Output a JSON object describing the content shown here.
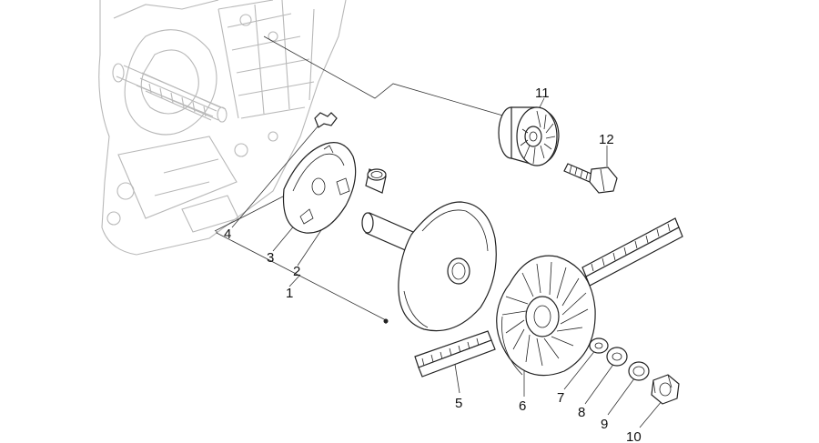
{
  "callouts": [
    {
      "id": "c1",
      "label": "1"
    },
    {
      "id": "c2",
      "label": "2"
    },
    {
      "id": "c3",
      "label": "3"
    },
    {
      "id": "c4",
      "label": "4"
    },
    {
      "id": "c5",
      "label": "5"
    },
    {
      "id": "c6",
      "label": "6"
    },
    {
      "id": "c7",
      "label": "7"
    },
    {
      "id": "c8",
      "label": "8"
    },
    {
      "id": "c9",
      "label": "9"
    },
    {
      "id": "c10",
      "label": "10"
    },
    {
      "id": "c11",
      "label": "11"
    },
    {
      "id": "c12",
      "label": "12"
    }
  ],
  "colors": {
    "ink": "#222222",
    "ghost": "#b8b8b8",
    "background": "#ffffff"
  }
}
